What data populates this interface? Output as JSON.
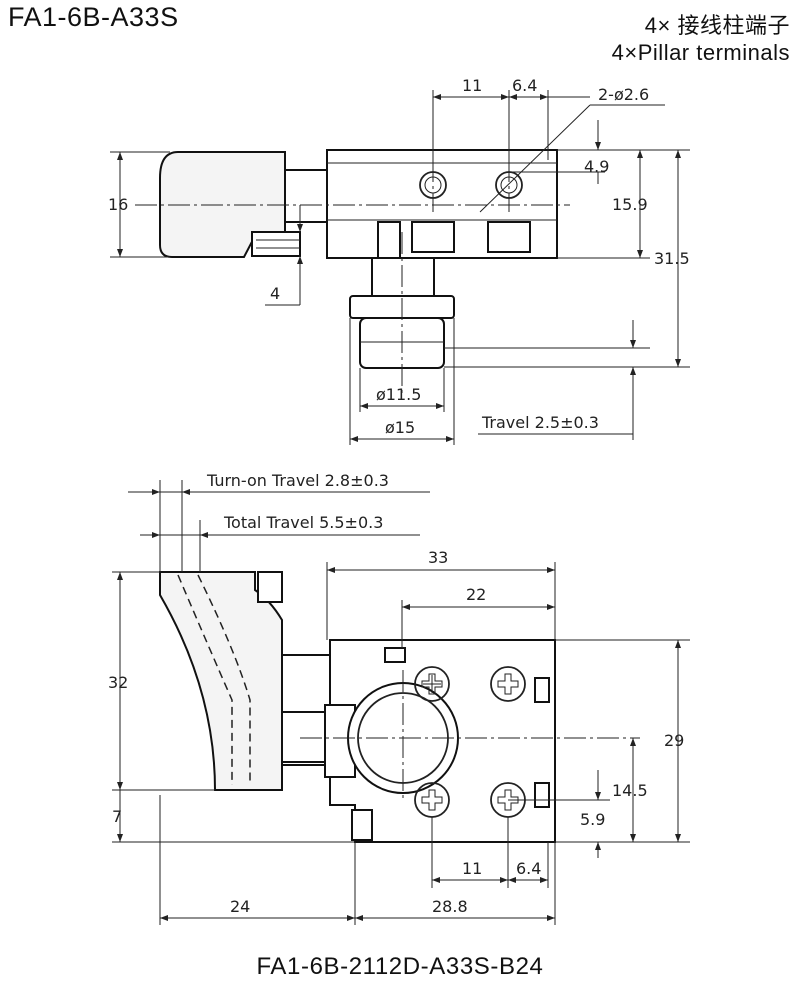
{
  "header": {
    "model": "FA1-6B-A33S",
    "terminals_cn": "4× 接线柱端子",
    "terminals_en": "4×Pillar terminals"
  },
  "footer": {
    "model_full": "FA1-6B-2112D-A33S-B24"
  },
  "top_view": {
    "dims": {
      "d11": "11",
      "d6_4": "6.4",
      "holes": "2-ø2.6",
      "d4_9": "4.9",
      "d15_9": "15.9",
      "d31_5": "31.5",
      "d16": "16",
      "d4": "4",
      "dia11_5": "ø11.5",
      "dia15": "ø15",
      "travel": "Travel 2.5±0.3"
    }
  },
  "side_view": {
    "dims": {
      "turn_on": "Turn-on Travel 2.8±0.3",
      "total": "Total Travel 5.5±0.3",
      "d33": "33",
      "d22": "22",
      "d32": "32",
      "d29": "29",
      "d14_5": "14.5",
      "d5_9": "5.9",
      "d7": "7",
      "d11": "11",
      "d6_4": "6.4",
      "d24": "24",
      "d28_8": "28.8"
    }
  }
}
